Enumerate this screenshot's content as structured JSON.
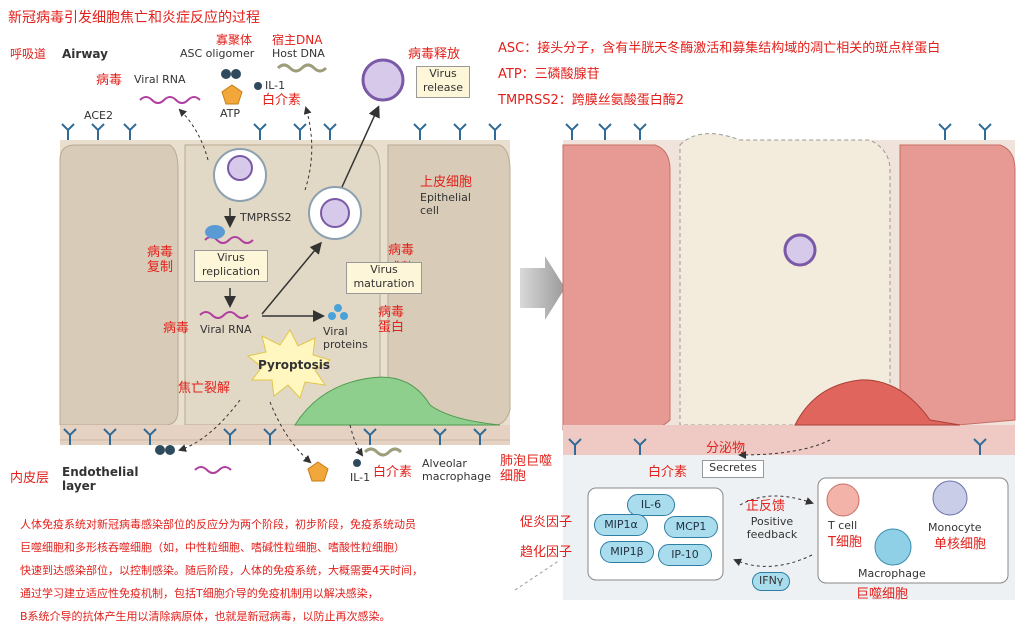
{
  "title": "新冠病毒引发细胞焦亡和炎症反应的过程",
  "legend": {
    "asc": "ASC：接头分子，含有半胱天冬酶激活和募集结构域的凋亡相关的斑点样蛋白",
    "atp": "ATP：三磷酸腺苷",
    "tmprss2": "TMPRSS2：跨膜丝氨酸蛋白酶2"
  },
  "labels": {
    "airway_cn": "呼吸道",
    "airway_en": "Airway",
    "virus_cn_top": "病毒",
    "viral_rna_top": "Viral RNA",
    "ace2": "ACE2",
    "asc_cn": "寡聚体",
    "asc_oligomer": "ASC oligomer",
    "host_dna_cn": "宿主DNA",
    "host_dna": "Host DNA",
    "il1_top": "IL-1",
    "atp_top": "ATP",
    "interleukin_cn_top": "白介素",
    "virus_release_cn": "病毒释放",
    "virus_release_box": "Virus release",
    "tmprss2": "TMPRSS2",
    "epithelial_cn": "上皮细胞",
    "epithelial_en": "Epithelial cell",
    "replication_cn": "病毒复制",
    "virus_replication_box": "Virus replication",
    "maturation_cn1": "病毒",
    "maturation_cn2": "成熟",
    "virus_maturation_box": "Virus maturation",
    "virus_cn_mid": "病毒",
    "viral_rna_mid": "Viral RNA",
    "viral_proteins": "Viral proteins",
    "viral_proteins_cn": "病毒蛋白",
    "pyroptosis": "Pyroptosis",
    "pyroptosis_cn": "焦亡裂解",
    "endothelial_cn": "内皮层",
    "endothelial_en": "Endothelial layer",
    "il1_bottom": "IL-1",
    "interleukin_cn_bottom": "白介素",
    "alveolar_macrophage": "Alveolar macrophage",
    "alveolar_cn": "肺泡巨噬细胞",
    "secretes_cn": "分泌物",
    "secretes": "Secretes",
    "interleukin_cn_right": "白介素",
    "proinflammatory_cn": "促炎因子",
    "chemokine_cn": "趋化因子",
    "positive_feedback_cn": "正反馈",
    "positive_feedback": "Positive feedback",
    "ifn": "IFNγ",
    "t_cell": "T cell",
    "t_cell_cn": "T细胞",
    "monocyte": "Monocyte",
    "monocyte_cn": "单核细胞",
    "macrophage": "Macrophage",
    "macrophage_cn": "巨噬细胞"
  },
  "cytokines": [
    "IL-6",
    "MIP1α",
    "MCP1",
    "MIP1β",
    "IP-10"
  ],
  "description": [
    "人体免疫系统对新冠病毒感染部位的反应分为两个阶段，初步阶段，免疫系统动员",
    "巨噬细胞和多形核吞噬细胞（如，中性粒细胞、嗜碱性粒细胞、嗜酸性粒细胞）",
    "快速到达感染部位，以控制感染。随后阶段，人体的免疫系统，大概需要4天时间，",
    "通过学习建立适应性免疫机制，包括T细胞介导的免疫机制用以解决感染，",
    "B系统介导的抗体产生用以清除病原体，也就是新冠病毒，以防止再次感染。"
  ],
  "colors": {
    "accent_red": "#e3201b",
    "cell_beige": "#e6dccb",
    "cell_pink": "#e79a93",
    "macrophage_green": "#8ecf8e",
    "cytokine_blue": "#a9dcec"
  }
}
